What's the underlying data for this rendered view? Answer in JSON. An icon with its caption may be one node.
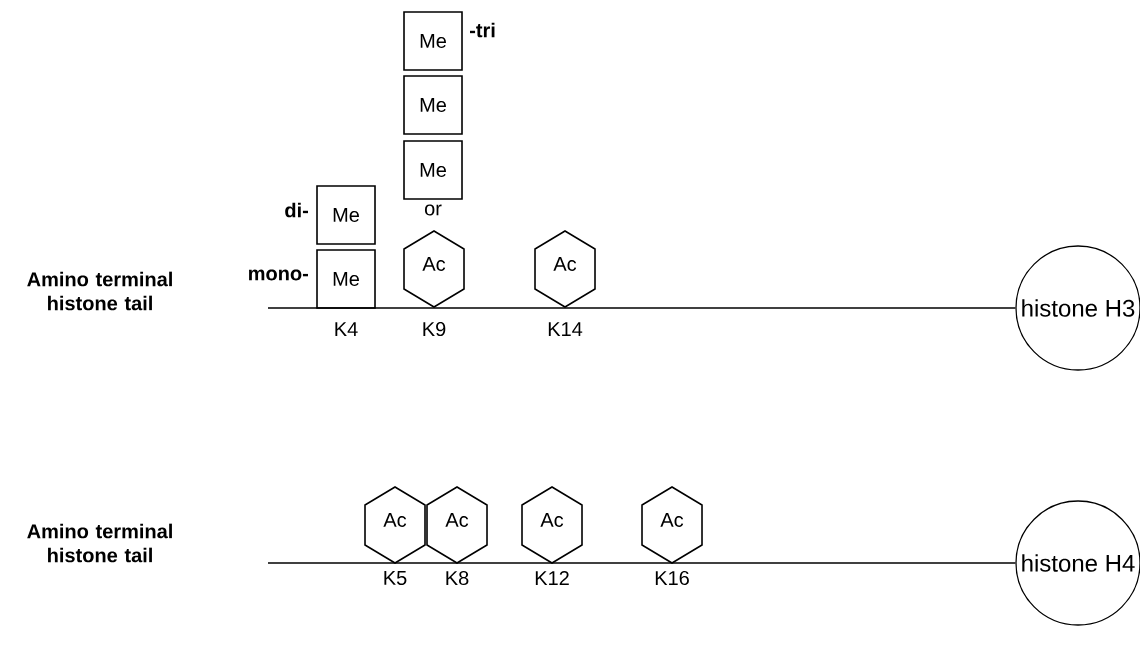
{
  "diagram": {
    "nodes": [
      {
        "text": [
          "Me"
        ]
      },
      {
        "text": [
          "Me"
        ]
      },
      {
        "text": [
          "Me"
        ]
      },
      {
        "text": [
          "Me"
        ]
      },
      {
        "text": [
          "Me"
        ]
      },
      {
        "text": [
          "Ac"
        ]
      },
      {
        "text": [
          "Ac"
        ]
      },
      {
        "text": [
          "histone H3"
        ]
      },
      {
        "text": [
          "Ac"
        ]
      },
      {
        "text": [
          "Ac"
        ]
      },
      {
        "text": [
          "Ac"
        ]
      },
      {
        "text": [
          "Ac"
        ]
      },
      {
        "text": [
          "histone H4"
        ]
      }
    ],
    "edges": [
      {
        "from": null,
        "to": 7,
        "arrow": "none"
      },
      {
        "from": null,
        "to": 12,
        "arrow": "none"
      }
    ],
    "labels": [
      "-tri",
      "or",
      "di-",
      "Amino terminal histone tail",
      "mono-",
      "K4",
      "K9",
      "K14",
      "Amino terminal histone tail",
      "K5",
      "K8",
      "K12",
      "K16"
    ]
  }
}
